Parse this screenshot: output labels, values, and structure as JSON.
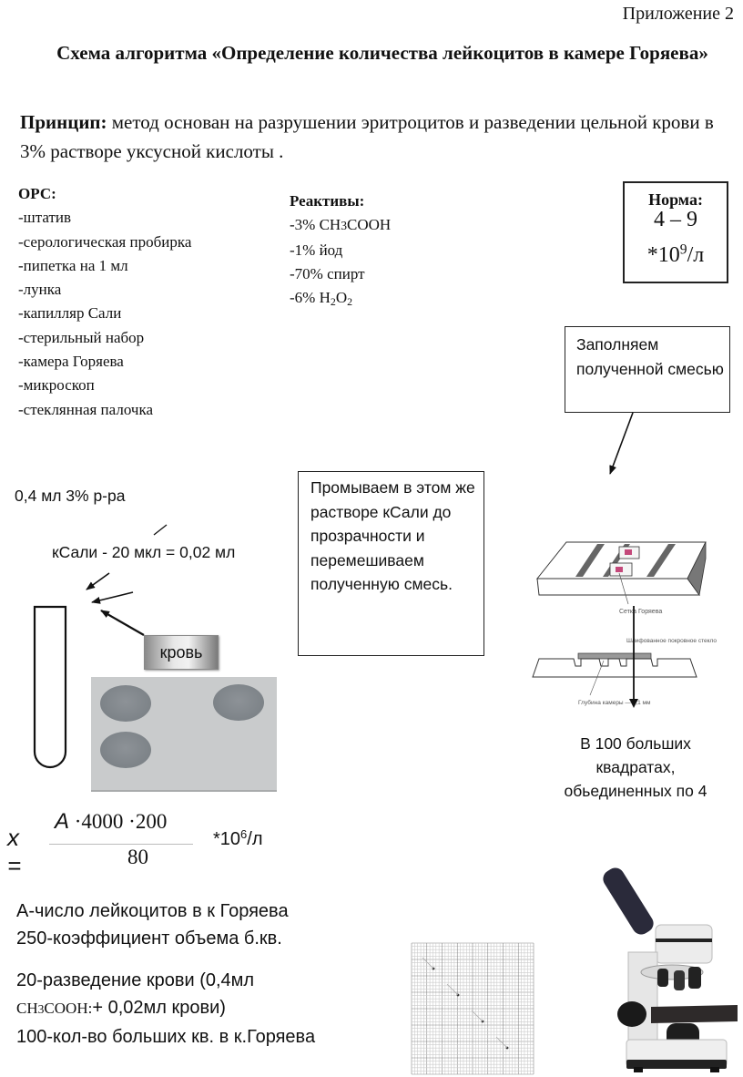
{
  "header": {
    "appendix": "Приложение 2",
    "title": "Схема алгоритма «Определение количества лейкоцитов в камере Горяева»"
  },
  "principle": {
    "label": "Принцип:",
    "text": " метод основан на разрушении эритроцитов и разведении цельной крови в 3% растворе уксусной кислоты ."
  },
  "equipment": {
    "heading": "ОРС:",
    "items": [
      "-штатив",
      "-серологическая пробирка",
      "-пипетка на 1 мл",
      "-лунка",
      "-капилляр Сали",
      "-стерильный набор",
      "-камера Горяева",
      "-микроскоп",
      "-стеклянная палочка"
    ]
  },
  "reagents": {
    "heading": "Реактивы:",
    "items": [
      {
        "prefix": "-3% CH",
        "sub1": "3",
        "rest": "COOH"
      },
      {
        "text": "-1% йод"
      },
      {
        "text": "-70% спирт"
      },
      {
        "prefix": "-6% H",
        "sub1": "2",
        "mid": "O",
        "sub2": "2"
      }
    ]
  },
  "norm": {
    "heading": "Норма:",
    "range": "4 – 9",
    "unit_prefix": "*10",
    "unit_exp": "9",
    "unit_suffix": "/л"
  },
  "steps": {
    "fill": "Заполняем полученной смесью",
    "wash": "Промываем в этом же растворе кСали до прозрачности и перемешиваем полученную смесь.",
    "solution": "0,4 мл 3% р-ра",
    "sali": "кСали - 20 мкл = 0,02 мл",
    "blood": "кровь",
    "chamber_caption": "В 100 больших квадратах, обьединенных по 4"
  },
  "chamber_diagram": {
    "grid_label": "Сетка Горяева",
    "cover_label": "Шлифованное покровное стекло",
    "depth_label": "Глубина камеры — 0,1 мм"
  },
  "formula": {
    "lhs": "x =",
    "numerator_var": "A",
    "numerator_rest": " ·4000  ·200",
    "denominator": "80",
    "multiplier_prefix": "*10",
    "multiplier_exp": "6",
    "multiplier_suffix": "/л"
  },
  "legend": {
    "line1": "А-число лейкоцитов в к Горяева",
    "line2": "250-коэффициент объема б.кв.",
    "line3": "20-разведение крови (0,4мл",
    "line4_chem_prefix": "CH",
    "line4_chem_sub": "3",
    "line4_chem_rest": "COOH:",
    "line4_text": "+ 0,02мл крови)",
    "line5": "100-кол-во больших кв. в к.Горяева"
  }
}
